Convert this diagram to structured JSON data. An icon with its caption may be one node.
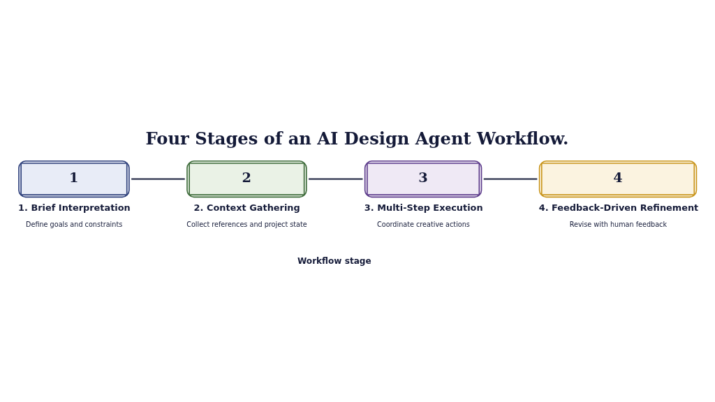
{
  "diagram": {
    "title": "Four Stages of an AI Design Agent Workflow.",
    "nodes": [
      {
        "text": [
          "1",
          "1. Brief Interpretation"
        ],
        "beside": [
          "Define goals and constraints"
        ]
      },
      {
        "text": [
          "2",
          "2. Context Gathering"
        ],
        "beside": [
          "Collect references and project state"
        ]
      },
      {
        "text": [
          "3",
          "3. Multi-Step Execution"
        ],
        "beside": [
          "Coordinate creative actions"
        ]
      },
      {
        "text": [
          "4",
          "4. Feedback-Driven Refinement"
        ],
        "beside": [
          "Revise with human feedback"
        ]
      }
    ],
    "edges": [
      {
        "from": 0,
        "to": 1,
        "arrow": "none"
      },
      {
        "from": 1,
        "to": 2,
        "arrow": "none"
      },
      {
        "from": 2,
        "to": 3,
        "arrow": "none"
      }
    ],
    "labels": [
      "Workflow stage"
    ]
  }
}
